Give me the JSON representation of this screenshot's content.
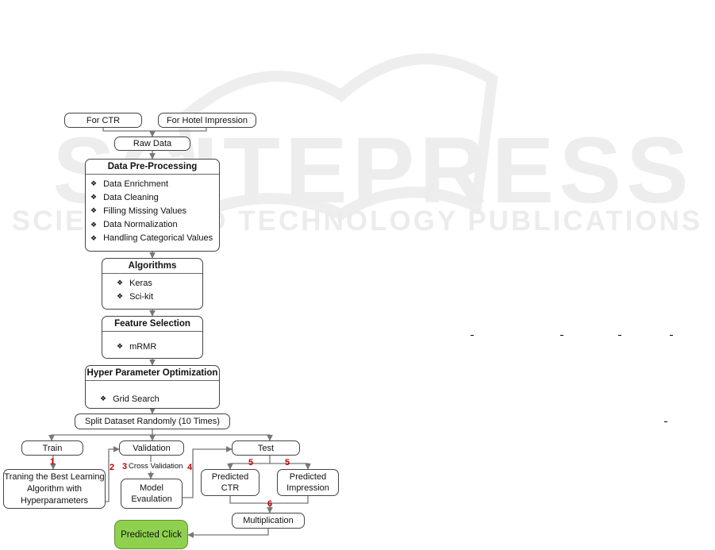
{
  "watermark": {
    "brand": "SCITEPRESS",
    "tagline": "SCIENCE AND TECHNOLOGY PUBLICATIONS"
  },
  "diagram": {
    "sources": [
      "For CTR",
      "For Hotel Impression"
    ],
    "raw_data": "Raw Data",
    "preprocessing": {
      "title": "Data Pre-Processing",
      "items": [
        "Data Enrichment",
        "Data Cleaning",
        "Filling Missing Values",
        "Data Normalization",
        "Handling Categorical Values"
      ]
    },
    "algorithms": {
      "title": "Algorithms",
      "items": [
        "Keras",
        "Sci-kit"
      ]
    },
    "feature_selection": {
      "title": "Feature Selection",
      "items": [
        "mRMR"
      ]
    },
    "hyper": {
      "title": "Hyper Parameter Optimization",
      "items": [
        "Grid Search"
      ]
    },
    "split": "Split Dataset Randomly (10 Times)",
    "train": "Train",
    "validation": "Validation",
    "test": "Test",
    "training_box": "Traning the Best Learning Algorithm with Hyperparameters",
    "cross_validation": "Cross Validation",
    "model_evaluation": "Model Evaulation",
    "predicted_ctr": "Predicted CTR",
    "predicted_impression": "Predicted Impression",
    "multiplication": "Multiplication",
    "predicted_click": "Predicted Click",
    "steps": {
      "s1": "1",
      "s2": "2",
      "s3": "3",
      "s4": "4",
      "s5a": "5",
      "s5b": "5",
      "s6": "6"
    }
  }
}
